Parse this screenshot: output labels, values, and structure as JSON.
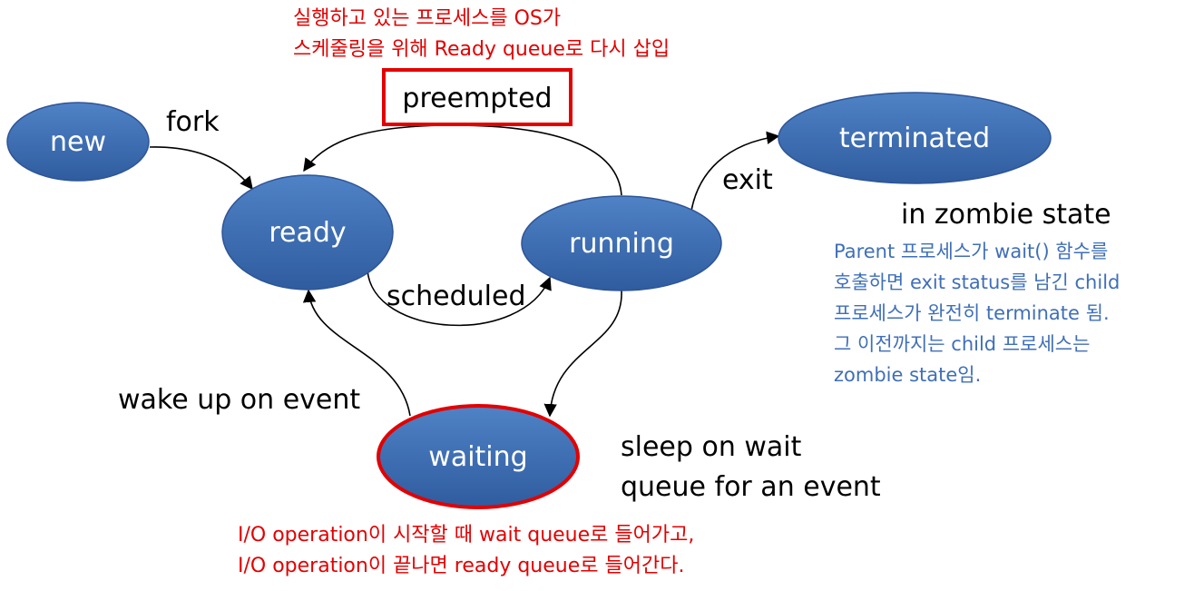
{
  "colors": {
    "node_fill": "#3d6fb5",
    "node_stroke": "#2e5597",
    "highlight": "#e30000",
    "note_blue": "#3f6fb8",
    "text": "#000000"
  },
  "states": {
    "new": "new",
    "ready": "ready",
    "running": "running",
    "waiting": "waiting",
    "terminated": "terminated"
  },
  "transitions": {
    "fork": "fork",
    "preempted": "preempted",
    "exit": "exit",
    "scheduled": "scheduled",
    "wake_up": "wake up on event"
  },
  "notes": {
    "preempted": [
      "실행하고 있는 프로세스를 OS가",
      "스케줄링을 위해 Ready queue로 다시 삽입"
    ],
    "zombie_title": "in zombie state",
    "zombie": [
      "Parent 프로세스가 wait() 함수를",
      "호출하면 exit status를 남긴 child",
      "프로세스가 완전히 terminate 됨.",
      "그 이전까지는 child 프로세스는",
      "zombie state임."
    ],
    "sleep": [
      "sleep on wait",
      "queue for an event"
    ],
    "io": [
      "I/O operation이 시작할 때 wait queue로 들어가고,",
      "I/O operation이 끝나면 ready queue로 들어간다."
    ]
  }
}
